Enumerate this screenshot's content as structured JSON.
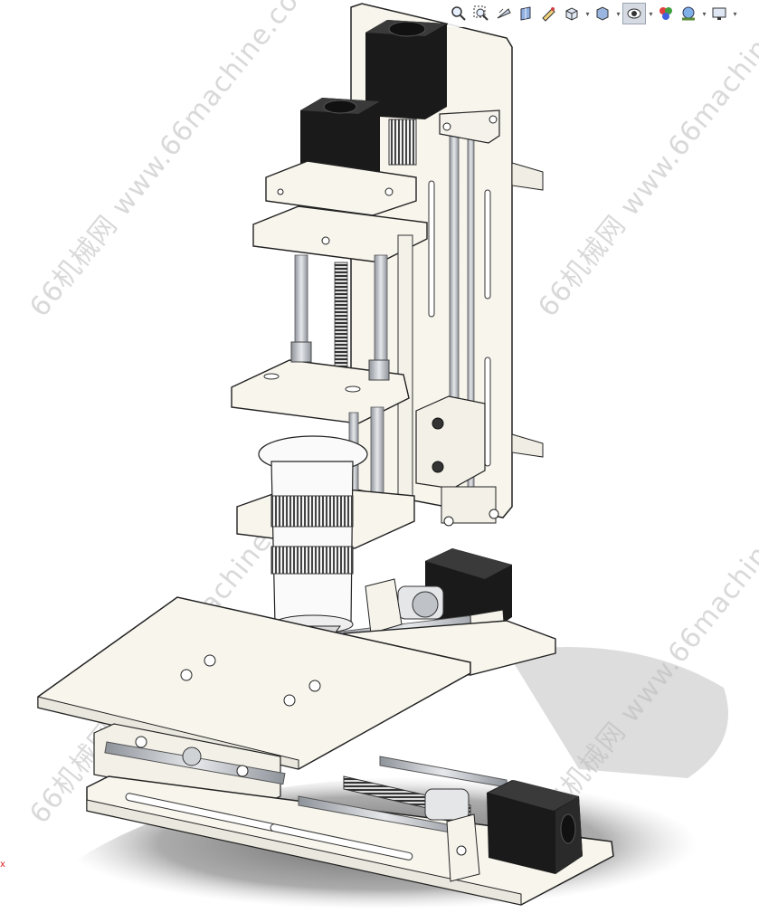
{
  "toolbar": {
    "items": [
      {
        "icon": "zoom-to-fit-icon"
      },
      {
        "icon": "zoom-to-area-icon"
      },
      {
        "icon": "previous-view-icon"
      },
      {
        "icon": "section-view-icon"
      },
      {
        "icon": "dynamic-annotation-icon"
      },
      {
        "icon": "view-orientation-icon"
      },
      {
        "icon": "display-style-icon"
      },
      {
        "icon": "hide-show-items-icon"
      },
      {
        "icon": "edit-appearance-icon"
      },
      {
        "icon": "apply-scene-icon"
      },
      {
        "icon": "view-settings-icon"
      }
    ]
  },
  "watermarks": [
    {
      "text": "66机械网 www.66machine.com"
    },
    {
      "text": "66机械网 www.66machine.com"
    },
    {
      "text": "66机械网 www.66machine.com"
    },
    {
      "text": "66机械网 www.66machine.com"
    }
  ],
  "triad_label": "x",
  "colors": {
    "plate": "#f6f4ec",
    "plate_edge": "#2a2a2a",
    "motor": "#1c1c1c",
    "rod": "#b9bdc4",
    "shadow": "#6e6e6e",
    "watermark": "#d9d9d9"
  }
}
